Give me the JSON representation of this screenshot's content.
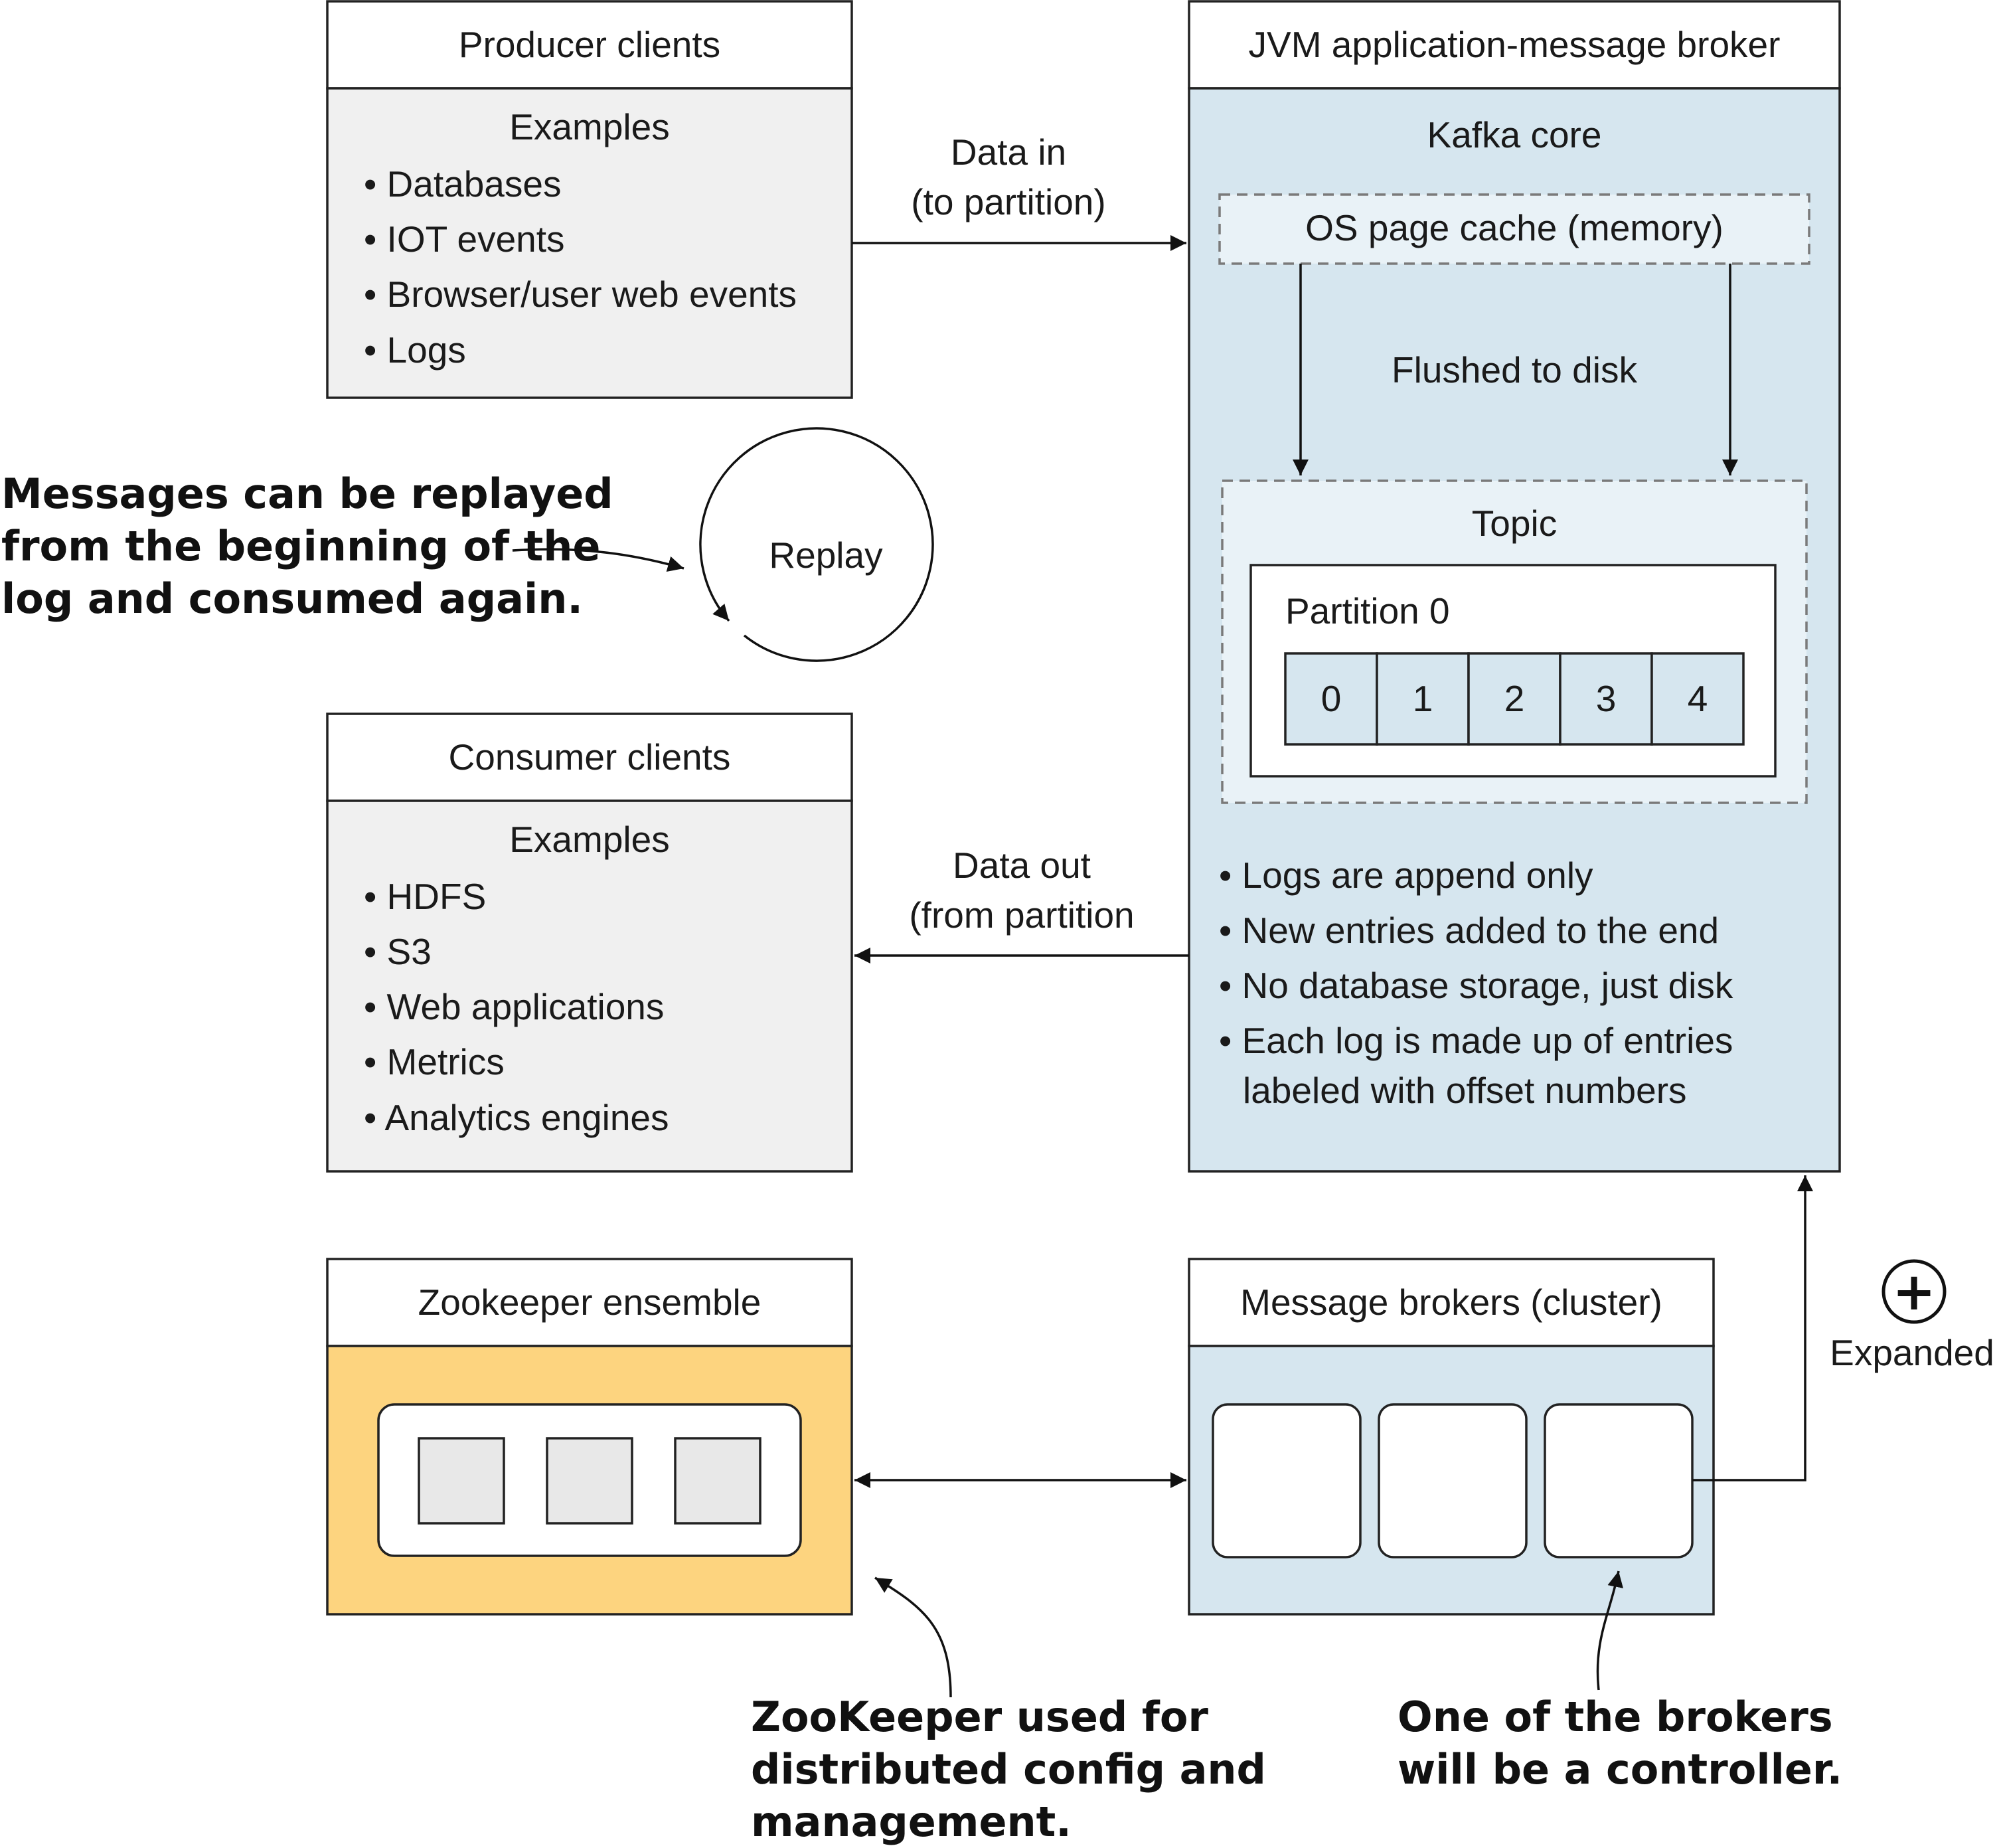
{
  "producer": {
    "title": "Producer clients",
    "examples_heading": "Examples",
    "items": [
      "• Databases",
      "• IOT events",
      "• Browser/user web events",
      "• Logs"
    ]
  },
  "consumer": {
    "title": "Consumer clients",
    "examples_heading": "Examples",
    "items": [
      "• HDFS",
      "• S3",
      "• Web applications",
      "• Metrics",
      "• Analytics engines"
    ]
  },
  "broker": {
    "title": "JVM application-message broker",
    "core_label": "Kafka core",
    "page_cache": "OS page cache (memory)",
    "flushed_label": "Flushed to disk",
    "topic_label": "Topic",
    "partition_label": "Partition 0",
    "offsets": [
      "0",
      "1",
      "2",
      "3",
      "4"
    ],
    "bullets": [
      "• Logs are append only",
      "• New entries added to the end",
      "• No database storage, just disk",
      "• Each log is made up of entries",
      "labeled with offset numbers"
    ]
  },
  "data_in": [
    "Data in",
    "(to partition)"
  ],
  "data_out": [
    "Data out",
    "(from partition"
  ],
  "replay": {
    "label": "Replay",
    "note_lines": [
      "Messages can be replayed",
      "from the beginning of the",
      "log and consumed again."
    ]
  },
  "zookeeper": {
    "title": "Zookeeper ensemble",
    "note_lines": [
      "ZooKeeper used for",
      "distributed config and",
      "management."
    ]
  },
  "cluster": {
    "title": "Message brokers (cluster)",
    "note_lines": [
      "One of the brokers",
      "will be a controller."
    ]
  },
  "expanded": {
    "icon_symbol": "+",
    "label": "Expanded"
  },
  "colors": {
    "client_fill": "#f0f0f0",
    "broker_fill": "#d6e6ef",
    "topic_fill": "#e9f2f7",
    "zookeeper_fill": "#fdd47f",
    "node_fill": "#e8e8e8",
    "line": "#111111"
  }
}
